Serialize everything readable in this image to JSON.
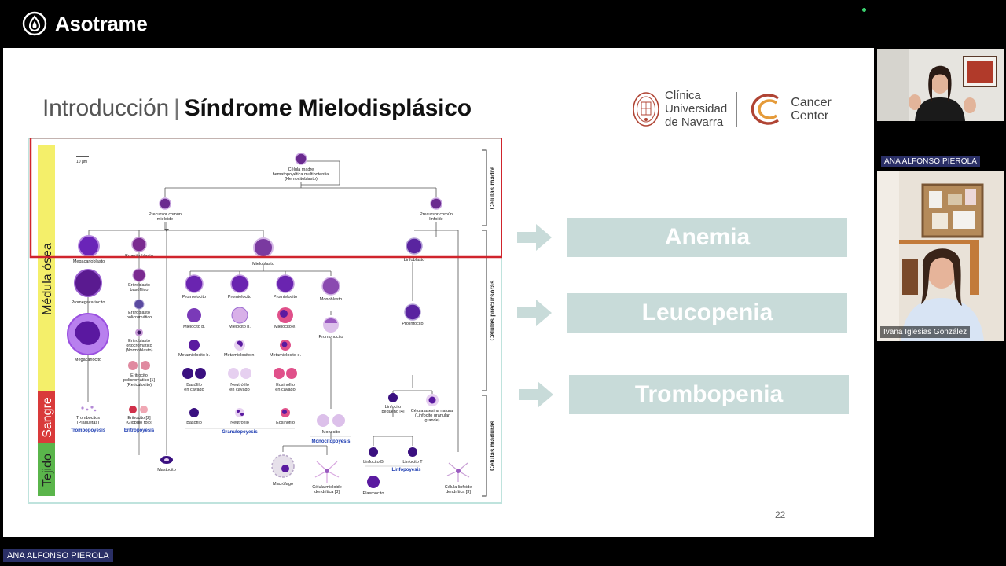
{
  "app": {
    "name": "Asotrame",
    "logo_icon": "asotrame-logo-icon",
    "status_color": "#3bd16f"
  },
  "slide": {
    "title_prefix": "Introducción",
    "title_separator": "|",
    "title_main": "Síndrome Mielodisplásico",
    "logo_line1": "Clínica",
    "logo_line2": "Universidad",
    "logo_line3": "de Navarra",
    "cancer_line1": "Cancer",
    "cancer_line2": "Center",
    "page_number": "22",
    "findings": [
      "Anemia",
      "Leucopenia",
      "Trombopenia"
    ],
    "finding_color": "#c8dbd9",
    "highlight_color": "#d0242c"
  },
  "diagram": {
    "scale_label": "10 µm",
    "bands": [
      "Médula ósea",
      "Sangre",
      "Tejido"
    ],
    "side_labels": [
      "Células madre",
      "Células precursoras",
      "Células maduras"
    ],
    "stem_cell": [
      "Célula madre",
      "hematopoyética multipotential",
      "(Hemocitoblasto)"
    ],
    "myeloid_progenitor": [
      "Precursor común",
      "mieloide"
    ],
    "lymphoid_progenitor": [
      "Precursor común",
      "linfoide"
    ],
    "row1_labels": [
      "Megacarioblasto",
      "Proeritroblasto",
      "Mieloblasto",
      "Linfoblasto"
    ],
    "megakaryocyte_line": [
      "Promegacariocito",
      "Megacariocito",
      "Trombocitos",
      "(Plaquetas)",
      "Trombopoyesis"
    ],
    "erythro_line": [
      "Eritroblasto",
      "basófilico",
      "Eritroblasto",
      "policromático",
      "Eritroblasto",
      "ortocromático",
      "(Normoblasto)",
      "Eritrocito",
      "policromático [1]",
      "(Reticulocito)",
      "Eritrocito [2]",
      "(Glóbulo rojo)",
      "Eritropoyesis"
    ],
    "granulo_cols": [
      [
        "Promielocito",
        "Mielocito b.",
        "Metamielocito b.",
        "Basófilo",
        "en cayado",
        "Basófilo"
      ],
      [
        "Promielocito",
        "Mielocito n.",
        "Metamielocito n.",
        "Neutrófilo",
        "en cayado",
        "Neutrófilo"
      ],
      [
        "Promielocito",
        "Mielocito e.",
        "Metamielocito e.",
        "Eosinófilo",
        "en cayado",
        "Eosinófilo"
      ]
    ],
    "granulo_label": "Granulopoyesis",
    "mono_line": [
      "Monoblasto",
      "Promonocito",
      "Monocito",
      "Monocitopoyesis"
    ],
    "lympho_line": [
      "Prolinfocito",
      "Linfocito",
      "pequeño [4]",
      "Célula asesina natural",
      "(Linfocito granular",
      "grande)",
      "Linfocito B",
      "Linfocito T",
      "Linfopoyesis",
      "Plasmocito",
      "Célula linfoide",
      "dendrítica [3]"
    ],
    "tissue_labels": [
      "Mastocito",
      "Macrófago",
      "Célula mieloide",
      "dendrítica [3]"
    ],
    "band_colors": [
      "#f4ef6a",
      "#d93a3a",
      "#5ab54b"
    ]
  },
  "participants": [
    {
      "name": "ANA ALFONSO PIEROLA"
    },
    {
      "name": "Ivana Iglesias González"
    }
  ],
  "bottom_tag": "ANA ALFONSO PIEROLA"
}
